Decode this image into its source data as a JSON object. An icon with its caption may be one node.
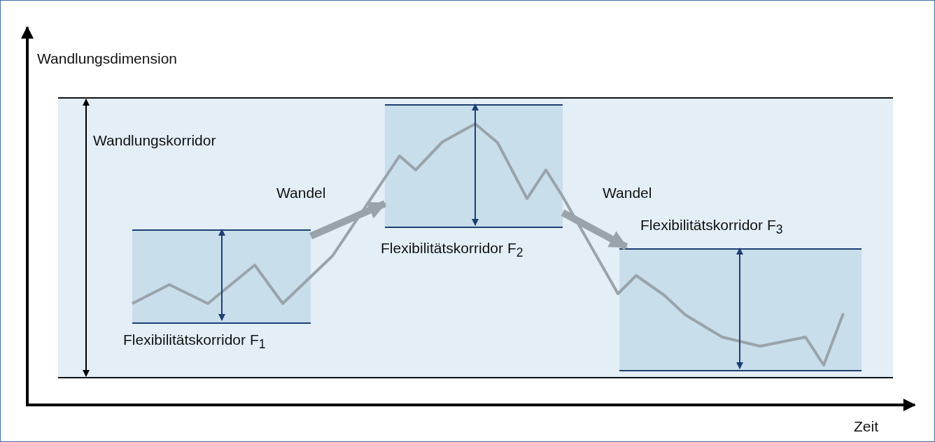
{
  "diagram": {
    "nodes": [
      {
        "text": [
          "Wandlungskorridor"
        ]
      },
      {
        "text": [
          "Flexibilitätskorridor F$_{1}$"
        ],
        "in": 0
      },
      {
        "text": [
          "Flexibilitätskorridor F$_{2}$"
        ],
        "in": 0
      },
      {
        "text": [
          "Flexibilitätskorridor F$_{3}$"
        ],
        "in": 0
      }
    ],
    "edges": [
      {
        "from": 1,
        "to": 2,
        "arrow": "to",
        "label": "Wandel"
      },
      {
        "from": 2,
        "to": 3,
        "arrow": "to",
        "label": "Wandel"
      }
    ],
    "labels": [
      "Wandlungsdimension",
      "Zeit"
    ]
  }
}
